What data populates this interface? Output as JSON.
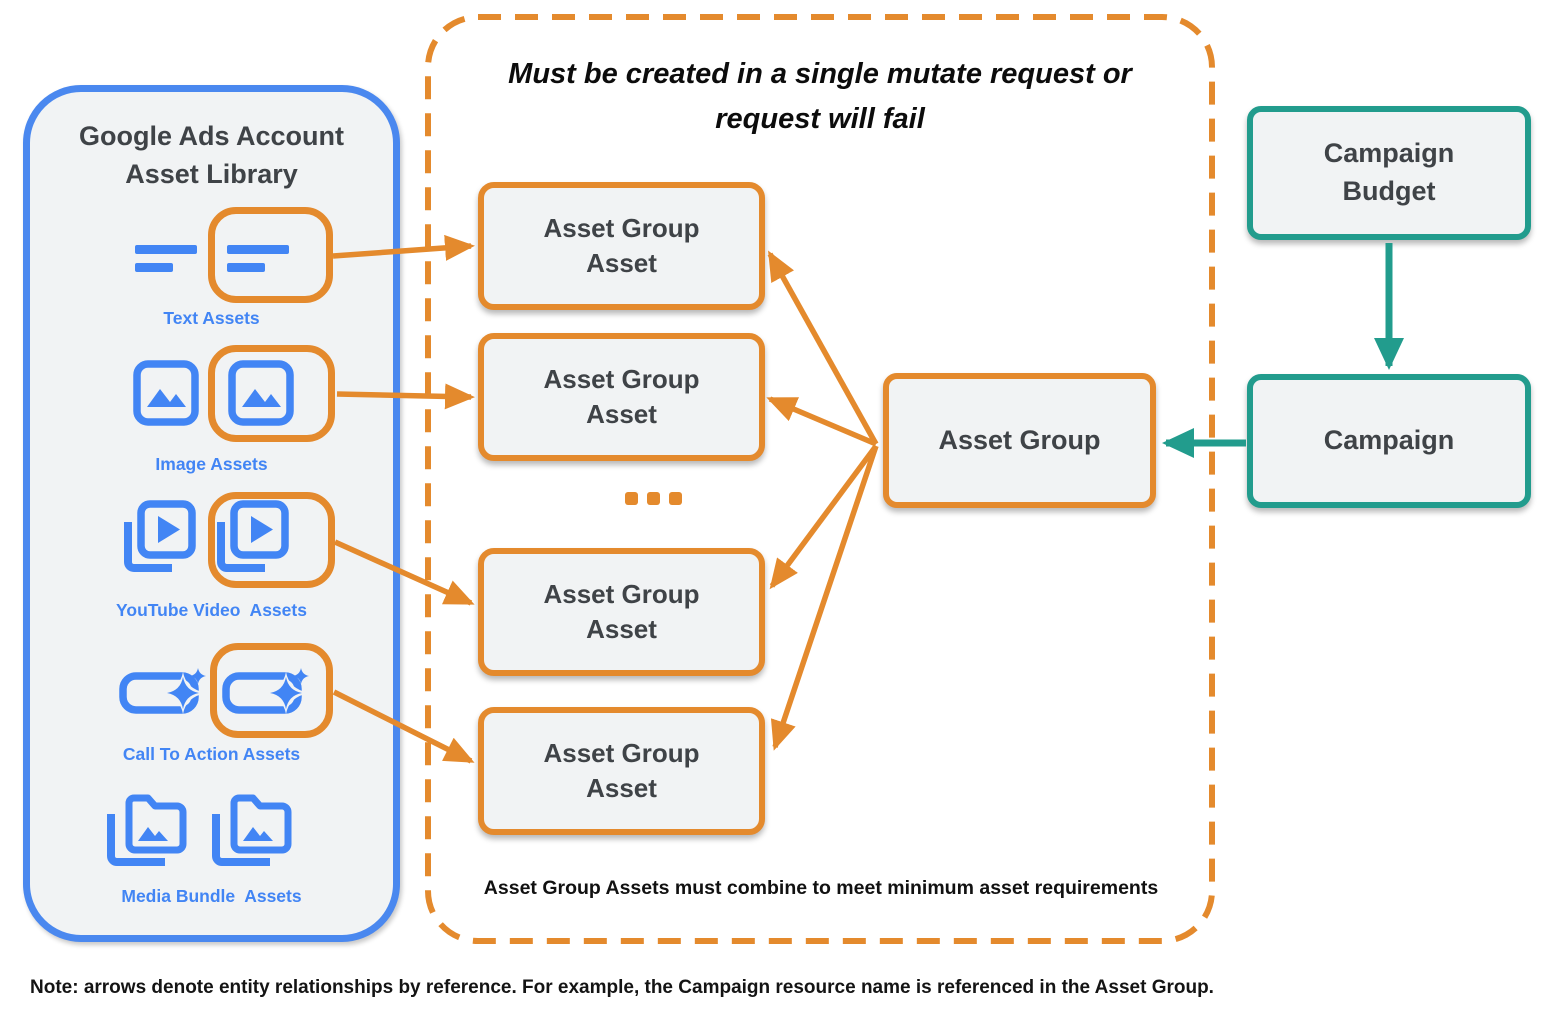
{
  "colors": {
    "orange": "#E48A2D",
    "blue_border": "#4A88EF",
    "blue_icon": "#4285F4",
    "teal": "#229C8D",
    "box_fill": "#F1F3F4",
    "text_dark": "#3F4347"
  },
  "asset_library": {
    "title": "Google Ads Account Asset Library",
    "sections": [
      {
        "label": "Text Assets",
        "icon": "text-asset-icon",
        "highlighted": true
      },
      {
        "label": "Image Assets",
        "icon": "image-asset-icon",
        "highlighted": true
      },
      {
        "label": "YouTube Video  Assets",
        "icon": "youtube-video-asset-icon",
        "highlighted": true
      },
      {
        "label": "Call To Action Assets",
        "icon": "call-to-action-asset-icon",
        "highlighted": true
      },
      {
        "label": "Media Bundle  Assets",
        "icon": "media-bundle-asset-icon",
        "highlighted": false
      }
    ]
  },
  "mutate_panel": {
    "title": "Must be created in a single mutate request or request will fail",
    "ellipsis_icon": "ellipsis-dots-icon",
    "boxes": [
      {
        "label": "Asset Group Asset"
      },
      {
        "label": "Asset Group Asset"
      },
      {
        "label": "Asset Group Asset"
      },
      {
        "label": "Asset Group Asset"
      }
    ],
    "footnote": "Asset Group Assets must combine to meet minimum asset requirements"
  },
  "asset_group": {
    "label": "Asset Group"
  },
  "campaign_budget": {
    "label": "Campaign Budget"
  },
  "campaign": {
    "label": "Campaign"
  },
  "note": "Note: arrows denote entity relationships by reference. For example, the Campaign resource name is referenced in the Asset Group."
}
